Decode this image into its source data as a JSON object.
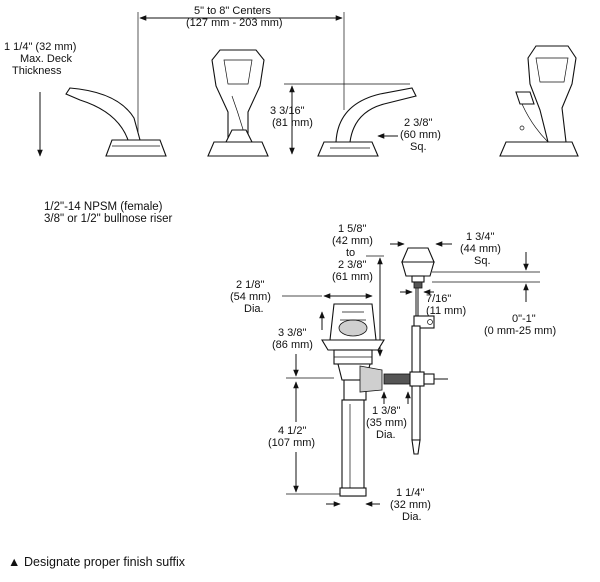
{
  "top": {
    "centers": [
      "5\" to 8\" Centers",
      "(127 mm - 203 mm)"
    ],
    "deck": [
      "1 1/4\" (32 mm)",
      "Max. Deck",
      "Thickness"
    ],
    "spout_height": [
      "3 3/16\"",
      "(81 mm)"
    ],
    "base_square": [
      "2 3/8\"",
      "(60 mm)",
      "Sq."
    ]
  },
  "notes": {
    "thread": "1/2\"-14 NPSM (female)",
    "riser": "3/8\" or 1/2\" bullnose riser"
  },
  "drain": {
    "knob_reach": [
      "1 5/8\"",
      "(42 mm)",
      "to",
      "2 3/8\"",
      "(61 mm)"
    ],
    "knob_square": [
      "1 3/4\"",
      "(44 mm)",
      "Sq."
    ],
    "knob_dia": [
      "7/16\"",
      "(11 mm)"
    ],
    "adjust": [
      "0\"-1\"",
      "(0 mm-25 mm)"
    ],
    "flange_dia": [
      "2 1/8\"",
      "(54 mm)",
      "Dia."
    ],
    "body_height": [
      "3 3/8\"",
      "(86 mm)"
    ],
    "pivot_dia": [
      "1 3/8\"",
      "(35 mm)",
      "Dia."
    ],
    "tail_length": [
      "4 1/2\"",
      "(107 mm)"
    ],
    "tail_dia": [
      "1 1/4\"",
      "(32 mm)",
      "Dia."
    ]
  },
  "footer": {
    "symbol": "▲",
    "text": "Designate proper finish suffix"
  }
}
